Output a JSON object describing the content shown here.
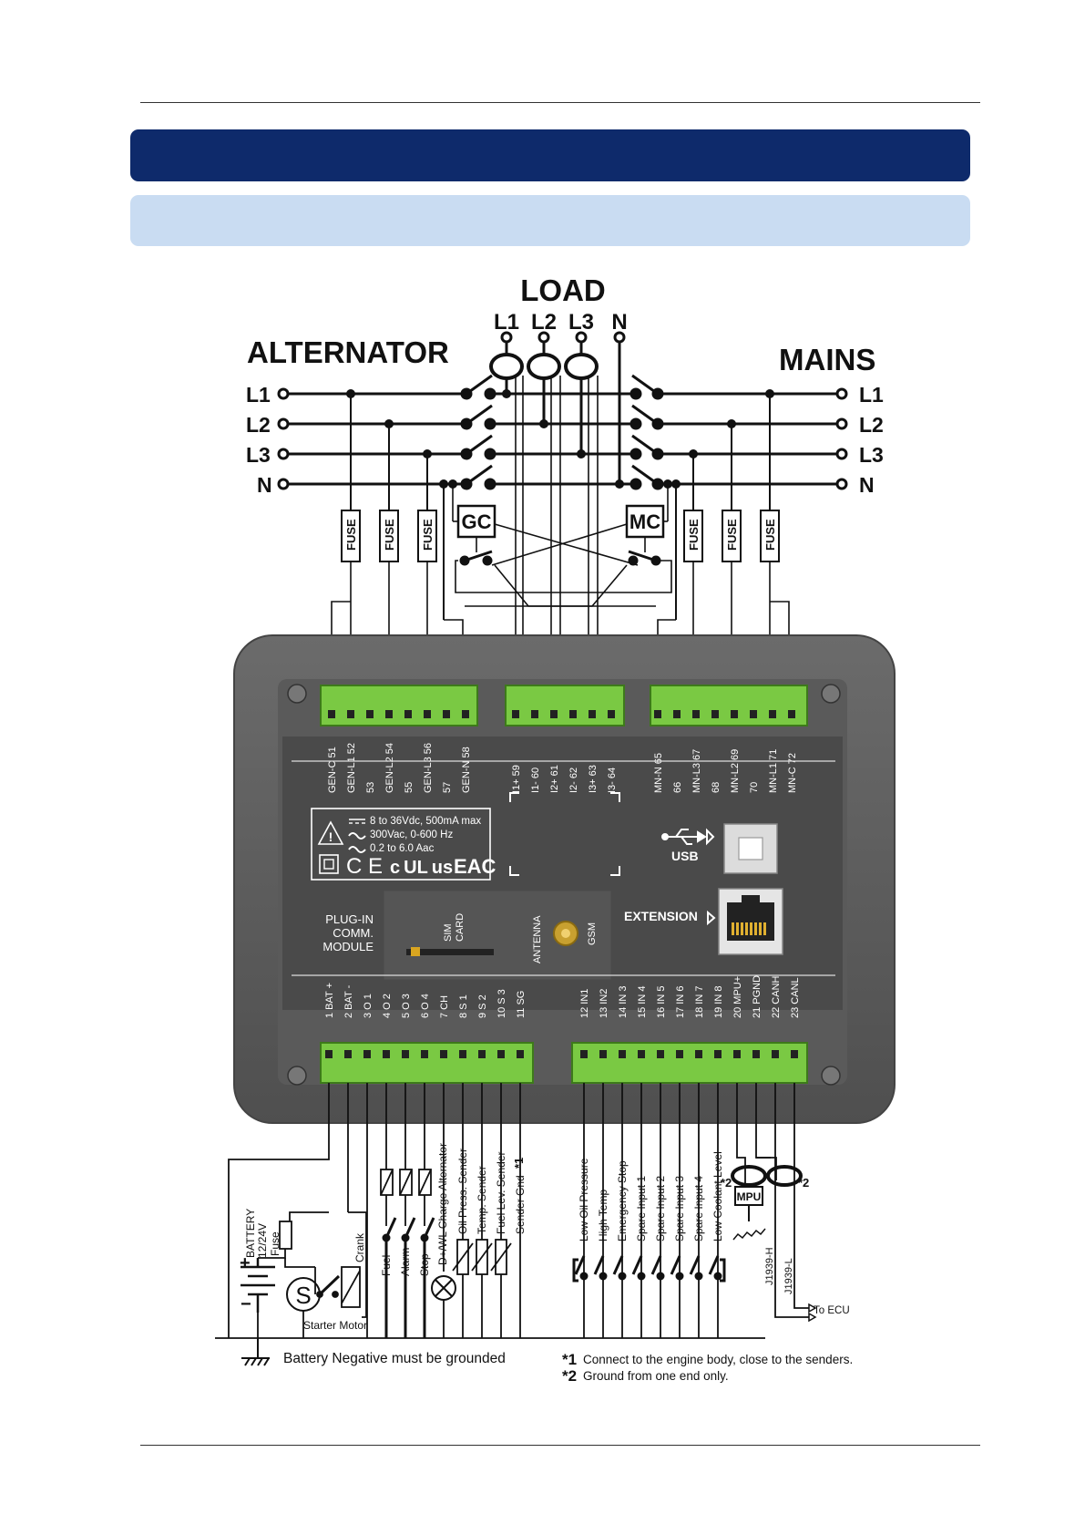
{
  "load": {
    "title": "LOAD",
    "phases": [
      "L1",
      "L2",
      "L3",
      "N"
    ]
  },
  "alternator": {
    "title": "ALTERNATOR",
    "lines": [
      "L1",
      "L2",
      "L3",
      "N"
    ]
  },
  "mains": {
    "title": "MAINS",
    "lines": [
      "L1",
      "L2",
      "L3",
      "N"
    ]
  },
  "contactors": {
    "gc": "GC",
    "mc": "MC"
  },
  "fuse_label": "FUSE",
  "top_terminals": [
    "GEN-C 51",
    "GEN-L1 52",
    "53",
    "GEN-L2 54",
    "55",
    "GEN-L3 56",
    "57",
    "GEN-N 58",
    "I1+ 59",
    "I1- 60",
    "I2+ 61",
    "I2- 62",
    "I3+ 63",
    "I3- 64",
    "MN-N 65",
    "66",
    "MN-L3 67",
    "68",
    "MN-L2 69",
    "70",
    "MN-L1 71",
    "MN-C 72"
  ],
  "bottom_terminals": [
    "1 BAT +",
    "2 BAT -",
    "3 O 1",
    "4 O 2",
    "5 O 3",
    "6 O 4",
    "7 CH",
    "8 S 1",
    "9 S 2",
    "10 S 3",
    "11 SG",
    "12 IN1",
    "13 IN2",
    "14 IN 3",
    "15 IN 4",
    "16 IN 5",
    "17 IN 6",
    "18 IN 7",
    "19 IN 8",
    "20 MPU+",
    "21 PGND",
    "22 CANH",
    "23 CANL"
  ],
  "ratings": [
    "8 to 36Vdc, 500mA max",
    "300Vac, 0-600 Hz",
    "0.2 to 6.0 Aac"
  ],
  "certs": {
    "ce": "C E",
    "ul": "c UL us",
    "eac": "EAC"
  },
  "usb": "USB",
  "extension": "EXTENSION",
  "plugin": [
    "PLUG-IN",
    "COMM.",
    "MODULE"
  ],
  "sim": [
    "SIM",
    "CARD"
  ],
  "antenna": "ANTENNA",
  "gsm": "GSM",
  "engine_labels": [
    "Fuel",
    "Alarm",
    "Stop",
    "D+/WL Charge Alternator",
    "Oil Press. Sender",
    "Temp. Sender",
    "Fuel Lev. Sender",
    "Sender Gnd"
  ],
  "input_labels": [
    "Low Oil Pressure",
    "High Temp",
    "Emergency Stop",
    "Spare Input 1",
    "Spare Input 2",
    "Spare Input 3",
    "Spare Input 4",
    "Low Coolant Level"
  ],
  "battery": [
    "BATTERY",
    "12/24V"
  ],
  "fuse_small": "Fuse",
  "crank": "Crank",
  "starter": "Starter Motor",
  "starter_s": "S",
  "mpu": "MPU",
  "j1939": [
    "J1939-H",
    "J1939-L"
  ],
  "to_ecu": "To ECU",
  "mark1": "*1",
  "mark2": "*2",
  "ground_note": "Battery Negative must be grounded",
  "notes": [
    {
      "mark": "*1",
      "text": "Connect to the engine body, close to the senders."
    },
    {
      "mark": "*2",
      "text": "Ground from one end only."
    }
  ]
}
